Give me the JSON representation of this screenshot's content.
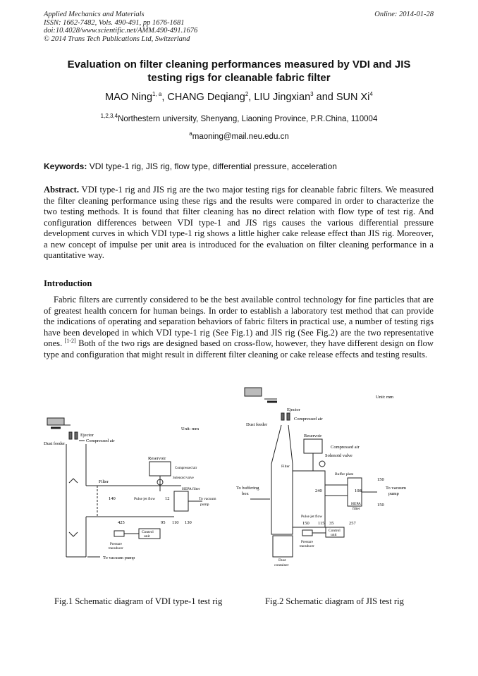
{
  "header": {
    "journal": "Applied Mechanics and Materials",
    "issn": "ISSN: 1662-7482, Vols. 490-491, pp 1676-1681",
    "doi": "doi:10.4028/www.scientific.net/AMM.490-491.1676",
    "copyright": "© 2014 Trans Tech Publications Ltd, Switzerland",
    "online": "Online: 2014-01-28"
  },
  "title_line1": "Evaluation on filter cleaning performances measured by VDI and JIS",
  "title_line2": "testing rigs for cleanable fabric filter",
  "authors": {
    "a1": "MAO Ning",
    "a1_sup": "1, a",
    "a2": ", CHANG Deqiang",
    "a2_sup": "2",
    "a3": ", LIU Jingxian",
    "a3_sup": "3",
    "a4": " and SUN Xi",
    "a4_sup": "4"
  },
  "affiliation": {
    "sup": "1,2,3,4",
    "text": "Northestern university, Shenyang, Liaoning Province, P.R.China, 110004"
  },
  "email": {
    "sup": "a",
    "text": "maoning@mail.neu.edu.cn"
  },
  "keywords": {
    "label": "Keywords:",
    "text": " VDI type-1 rig, JIS rig, flow type, differential pressure, acceleration"
  },
  "abstract": {
    "label": "Abstract.",
    "text": " VDI type-1 rig and JIS rig are the two major testing rigs for cleanable fabric filters. We measured the filter cleaning performance using these rigs and the results were compared in order to characterize the two testing methods. It is found that filter cleaning has no direct relation with flow type of test rig. And configuration differences between VDI type-1 and JIS rigs causes the various differential pressure development curves in which VDI type-1 rig shows a little higher cake release effect than JIS rig. Moreover, a new concept of impulse per unit area is introduced for the evaluation on filter cleaning performance in a quantitative way."
  },
  "intro_heading": "Introduction",
  "intro": {
    "p1": "Fabric filters are currently considered to be the best available control technology for fine particles that are of greatest health concern for human beings. In order to establish a laboratory test method that can provide the indications of operating and separation behaviors of fabric filters in practical use, a number of testing rigs have been developed in which VDI type-1 rig (See Fig.1) and JIS rig (See Fig.2) are the two representative ones. ",
    "ref": "[1-2]",
    "p2": " Both of the two rigs are designed based on cross-flow, however, they have different design on flow type and configuration that might result in different filter cleaning or cake release effects and testing results."
  },
  "fig1": {
    "unit": "Unit: mm",
    "ejector": "Ejector",
    "compressed_air": "Compressed air",
    "dust_feeder": "Dust feeder",
    "reservoir": "Reservoir",
    "compressed_air2": "Compressed air",
    "solenoid": "Solenoid valve",
    "filter": "Filter",
    "hepa1": "HEPA filter",
    "hepa2": "To vacuum",
    "hepa3": "pump",
    "pulse": "Pulse jet flow",
    "d140": "140",
    "d12": "12",
    "d425": "425",
    "d95": "95",
    "d110": "110",
    "d130": "130",
    "control1": "Control",
    "control2": "unit",
    "pt1": "Pressure",
    "pt2": "transducer",
    "vacuum": "To vacuum pump",
    "caption": "Fig.1 Schematic diagram of VDI type-1 test rig"
  },
  "fig2": {
    "unit": "Unit: mm",
    "ejector": "Ejector",
    "compressed_air": "Compressed air",
    "dust_feeder": "Dust feeder",
    "reservoir": "Reservoir",
    "compressed_air2": "Compressed air",
    "solenoid": "Solenoid valve",
    "filter": "Filter",
    "buffer_plate": "Buffer plate",
    "to_buffering1": "To buffering",
    "to_buffering2": "box",
    "d240": "240",
    "d108": "108",
    "d150a": "150",
    "d150b": "150",
    "to_vac1": "To vacuum",
    "to_vac2": "pump",
    "hepa1": "HEPA",
    "hepa2": "filter",
    "pulse": "Pulse jet flow",
    "d150c": "150",
    "d115": "115",
    "d35": "35",
    "d257": "257",
    "control1": "Control",
    "control2": "unit",
    "pt1": "Pressure",
    "pt2": "transducer",
    "dust1": "Dust",
    "dust2": "container",
    "caption": "Fig.2 Schematic diagram of JIS test rig"
  }
}
